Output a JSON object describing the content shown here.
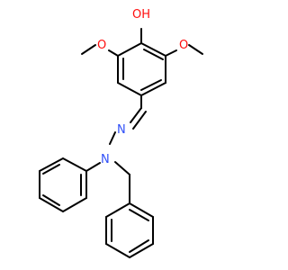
{
  "molecule": {
    "atoms": {
      "hydroxyl_oxygen": "OH",
      "left_methoxy_oxygen": "O",
      "right_methoxy_oxygen": "O",
      "imine_nitrogen": "N",
      "hydrazine_nitrogen": "N"
    },
    "colors": {
      "bond": "#000000",
      "oxygen": "#ff0d0d",
      "nitrogen": "#3050f8",
      "background": "#ffffff"
    }
  }
}
